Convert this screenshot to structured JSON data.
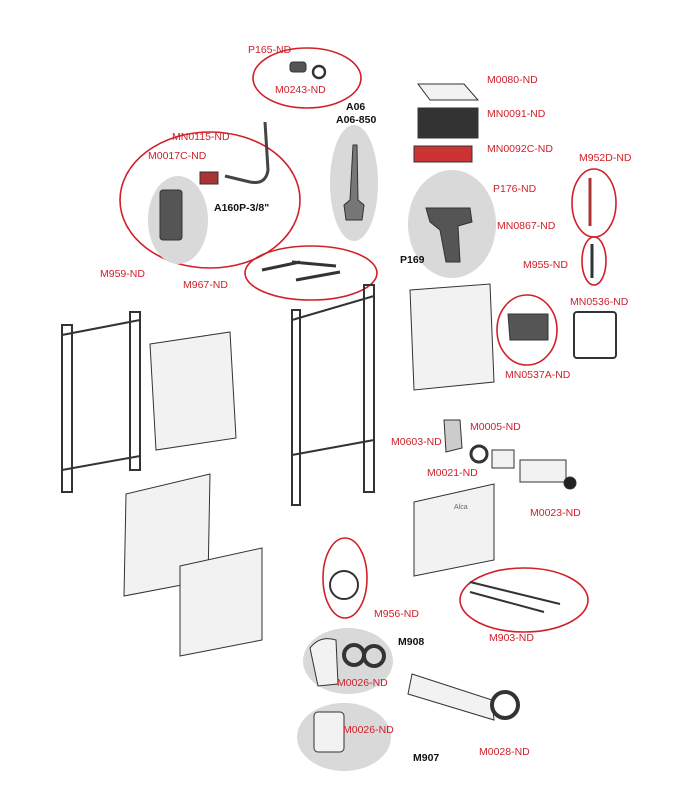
{
  "colors": {
    "accent": "#d0202a",
    "part_stroke": "#333333",
    "part_fill": "#f2f2f2",
    "group_bg": "#d9d9d9"
  },
  "labels": {
    "p165": "P165-ND",
    "m0243": "M0243-ND",
    "a06": "A06",
    "a06_850": "A06-850",
    "m0080": "M0080-ND",
    "mn0091": "MN0091-ND",
    "mn0092c": "MN0092C-ND",
    "mn0115": "MN0115-ND",
    "m0017c": "M0017C-ND",
    "a160p": "A160P-3/8\"",
    "m952d": "M952D-ND",
    "p176": "P176-ND",
    "mn0867": "MN0867-ND",
    "p169": "P169",
    "m955": "M955-ND",
    "m959": "M959-ND",
    "m967": "M967-ND",
    "mn0536": "MN0536-ND",
    "mn0537a": "MN0537A-ND",
    "m0603": "M0603-ND",
    "m0005": "M0005-ND",
    "m0021": "M0021-ND",
    "m0023": "M0023-ND",
    "m956": "M956-ND",
    "m903": "M903-ND",
    "m908": "M908",
    "m0026a": "M0026-ND",
    "m0026b": "M0026-ND",
    "m0028": "M0028-ND",
    "m907": "M907",
    "box_logo": "Alca"
  }
}
